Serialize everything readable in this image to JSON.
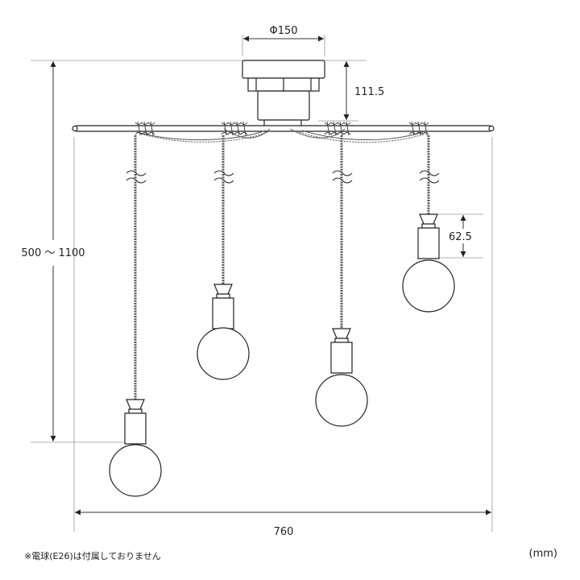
{
  "dimensions": {
    "canopy_diameter": "Φ150",
    "canopy_height": "111.5",
    "drop_range": "500 ～ 1100",
    "socket_height": "62.5",
    "total_width": "760"
  },
  "footnote": "※電球(E26)は付属しておりません",
  "unit": "(mm)",
  "colors": {
    "line": "#222222",
    "dim_line": "#333333",
    "ext_line": "#9a9a9a",
    "cord": "#555555"
  }
}
